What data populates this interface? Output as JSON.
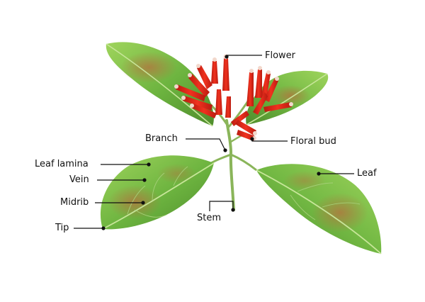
{
  "labels": {
    "flower": "Flower",
    "branch": "Branch",
    "floral_bud": "Floral bud",
    "leaf_lamina": "Leaf lamina",
    "vein": "Vein",
    "leaf": "Leaf",
    "midrib": "Midrib",
    "stem": "Stem",
    "tip": "Tip"
  },
  "colors": {
    "leaf_green": "#6cb33f",
    "leaf_highlight": "#9fd45c",
    "leaf_blotch": "#b5703e",
    "flower_red": "#e22b1a",
    "flower_tip": "#f2d8cc",
    "stem_green": "#8ab55a",
    "pointer_line": "#111111"
  }
}
